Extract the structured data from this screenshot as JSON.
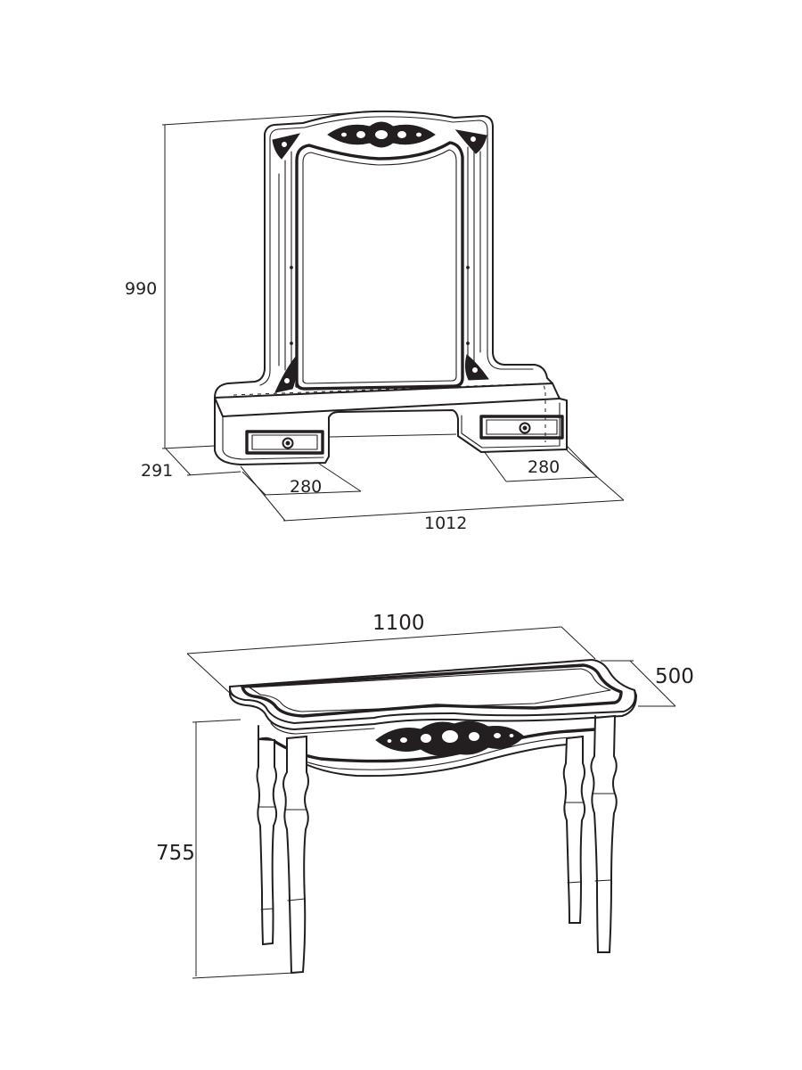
{
  "mirror_unit": {
    "height_label": "990",
    "depth_label": "291",
    "left_drawer_label": "280",
    "right_drawer_label": "280",
    "width_label": "1012"
  },
  "table_unit": {
    "width_label": "1100",
    "depth_label": "500",
    "height_label": "755"
  },
  "colors": {
    "line": "#231f20",
    "background": "#ffffff"
  }
}
